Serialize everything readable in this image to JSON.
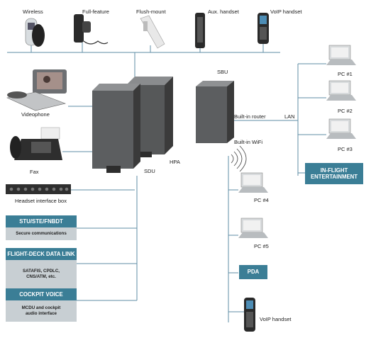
{
  "handsets": {
    "wireless": "Wireless",
    "full_feature": "Full-feature",
    "flush_mount": "Flush-mount",
    "aux_handset": "Aux. handset",
    "voip_handset": "VoIP handset"
  },
  "devices": {
    "videophone": "Videophone",
    "fax": "Fax",
    "headset_box": "Headset interface box"
  },
  "units": {
    "sdu": "SDU",
    "hpa": "HPA",
    "sbu": "SBU",
    "router": "Built-in router",
    "wifi": "Built-in WiFi",
    "lan": "LAN"
  },
  "pcs": {
    "pc1": "PC #1",
    "pc2": "PC #2",
    "pc3": "PC #3",
    "pc4": "PC #4",
    "pc5": "PC #5"
  },
  "wireless_devices": {
    "pda": "PDA",
    "voip": "VoIP handset"
  },
  "entertainment": {
    "line1": "IN-FLIGHT",
    "line2": "ENTERTAINMENT"
  },
  "service_boxes": [
    {
      "title": "STU/STE/FNBDT",
      "sub1": "Secure communications",
      "sub2": ""
    },
    {
      "title": "FLIGHT-DECK DATA LINK",
      "sub1": "SATAFIS, CPDLC,",
      "sub2": "CNS/ATM, etc."
    },
    {
      "title": "COCKPIT VOICE",
      "sub1": "MCDU and cockpit",
      "sub2": "audio interface"
    }
  ],
  "colors": {
    "accent": "#3b7e96",
    "line": "#5f8ea6",
    "subbox": "#c8cfd3"
  }
}
